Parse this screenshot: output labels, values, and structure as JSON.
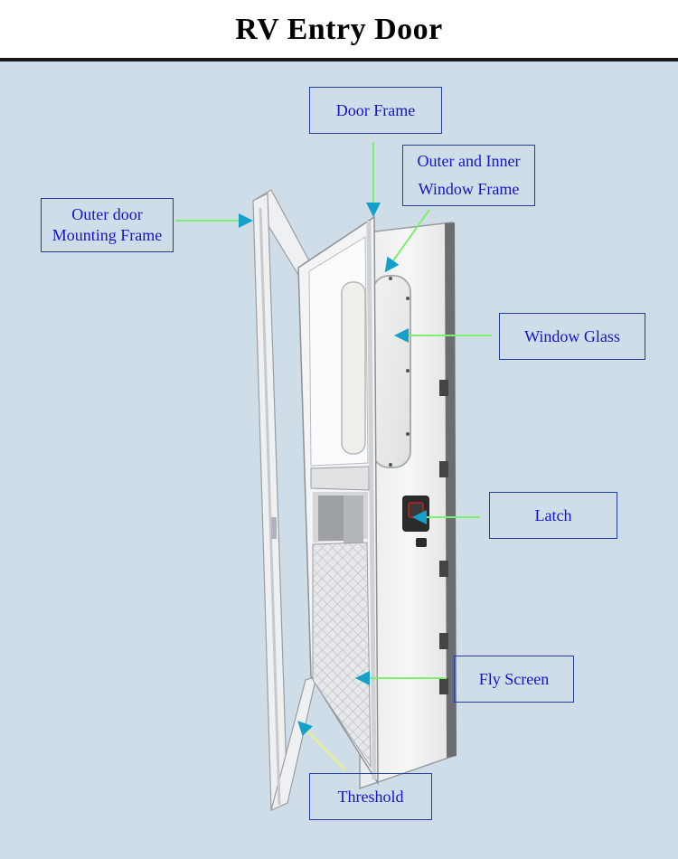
{
  "title": "RV Entry Door",
  "labels": {
    "door_frame": "Door Frame",
    "outer_inner_window_frame_line1": "Outer and Inner",
    "outer_inner_window_frame_line2": "Window Frame",
    "outer_door_mounting_frame_line1": "Outer door",
    "outer_door_mounting_frame_line2": "Mounting Frame",
    "window_glass": "Window Glass",
    "latch": "Latch",
    "fly_screen": "Fly Screen",
    "threshold": "Threshold"
  },
  "colors": {
    "background": "#cfdde8",
    "label_text": "#1414c8",
    "label_border": "#1f3fa6",
    "arrow": "#7cf06a",
    "door_panel": "#f2f3f4",
    "frame": "#e6e8ea"
  }
}
